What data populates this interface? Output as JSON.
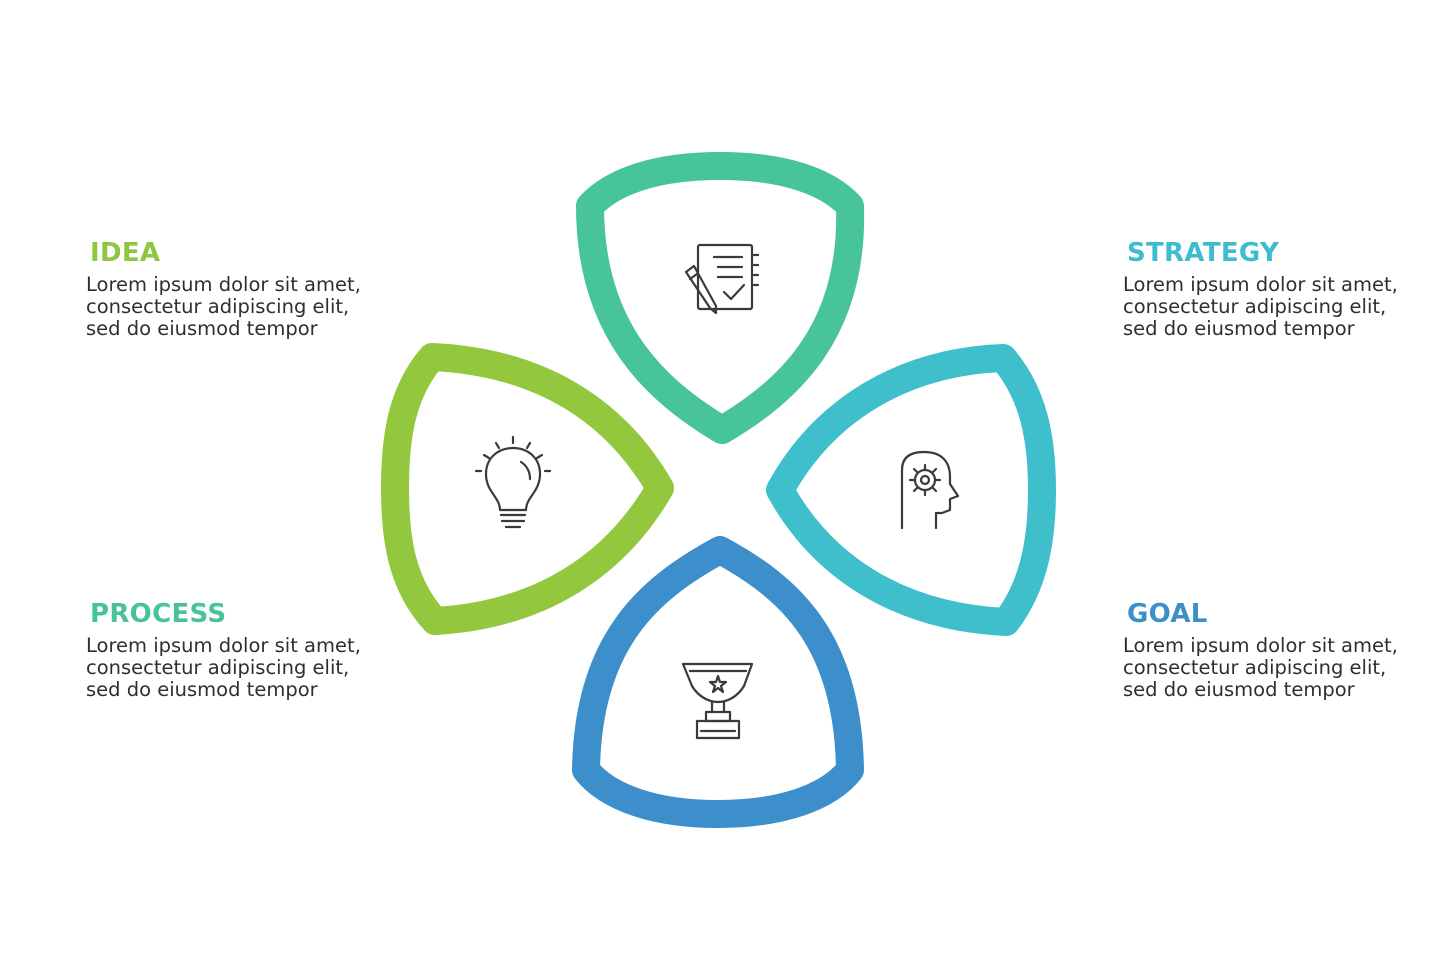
{
  "blocks": {
    "idea": {
      "title": "IDEA",
      "text": "Lorem ipsum dolor sit amet, consectetur adipiscing elit, sed do eiusmod tempor",
      "color": "#8dc63f"
    },
    "process": {
      "title": "PROCESS",
      "text": "Lorem ipsum dolor sit amet, consectetur adipiscing elit, sed do eiusmod tempor",
      "color": "#47c29a"
    },
    "strategy": {
      "title": "STRATEGY",
      "text": "Lorem ipsum dolor sit amet, consectetur adipiscing elit, sed do eiusmod tempor",
      "color": "#3dbcd0"
    },
    "goal": {
      "title": "GOAL",
      "text": "Lorem ipsum dolor sit amet, consectetur adipiscing elit, sed do eiusmod tempor",
      "color": "#3c8fc9"
    }
  },
  "petals": {
    "top": {
      "color": "#47c49a",
      "icon": "document-pen-icon"
    },
    "left": {
      "color": "#93c83e",
      "icon": "lightbulb-icon"
    },
    "right": {
      "color": "#3fbfcc",
      "icon": "head-gear-icon"
    },
    "bottom": {
      "color": "#3d8fcb",
      "icon": "trophy-icon"
    }
  },
  "icon_color": "#3a3a3a"
}
